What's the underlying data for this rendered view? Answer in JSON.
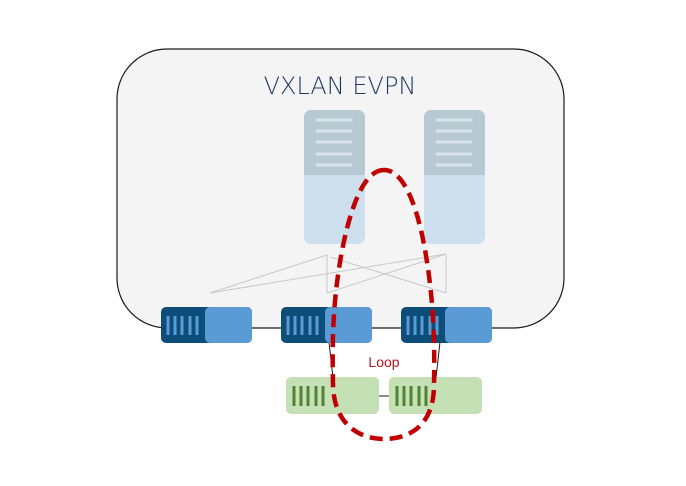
{
  "diagram": {
    "fabric_title": "VXLAN EVPN",
    "loop_label": "Loop",
    "colors": {
      "fabric_bg": "#f4f4f4",
      "fabric_border": "#1a1a1a",
      "spine_top": "#b7cad3",
      "spine_bottom": "#cddeec",
      "spine_lines": "#d9e4ea",
      "leaf_dark": "#0c4d79",
      "leaf_light": "#5b9bd5",
      "leaf_ports": "#5b9bd5",
      "access_fill": "#c5e0b4",
      "access_ports": "#548235",
      "link_gray": "#c8c8c8",
      "loop_red": "#c00000"
    },
    "spines": [
      {
        "id": "spine-1"
      },
      {
        "id": "spine-2"
      }
    ],
    "leaves": [
      {
        "id": "leaf-1"
      },
      {
        "id": "leaf-2"
      },
      {
        "id": "leaf-3"
      }
    ],
    "access_switches": [
      {
        "id": "access-switch-1"
      },
      {
        "id": "access-switch-2"
      }
    ]
  }
}
